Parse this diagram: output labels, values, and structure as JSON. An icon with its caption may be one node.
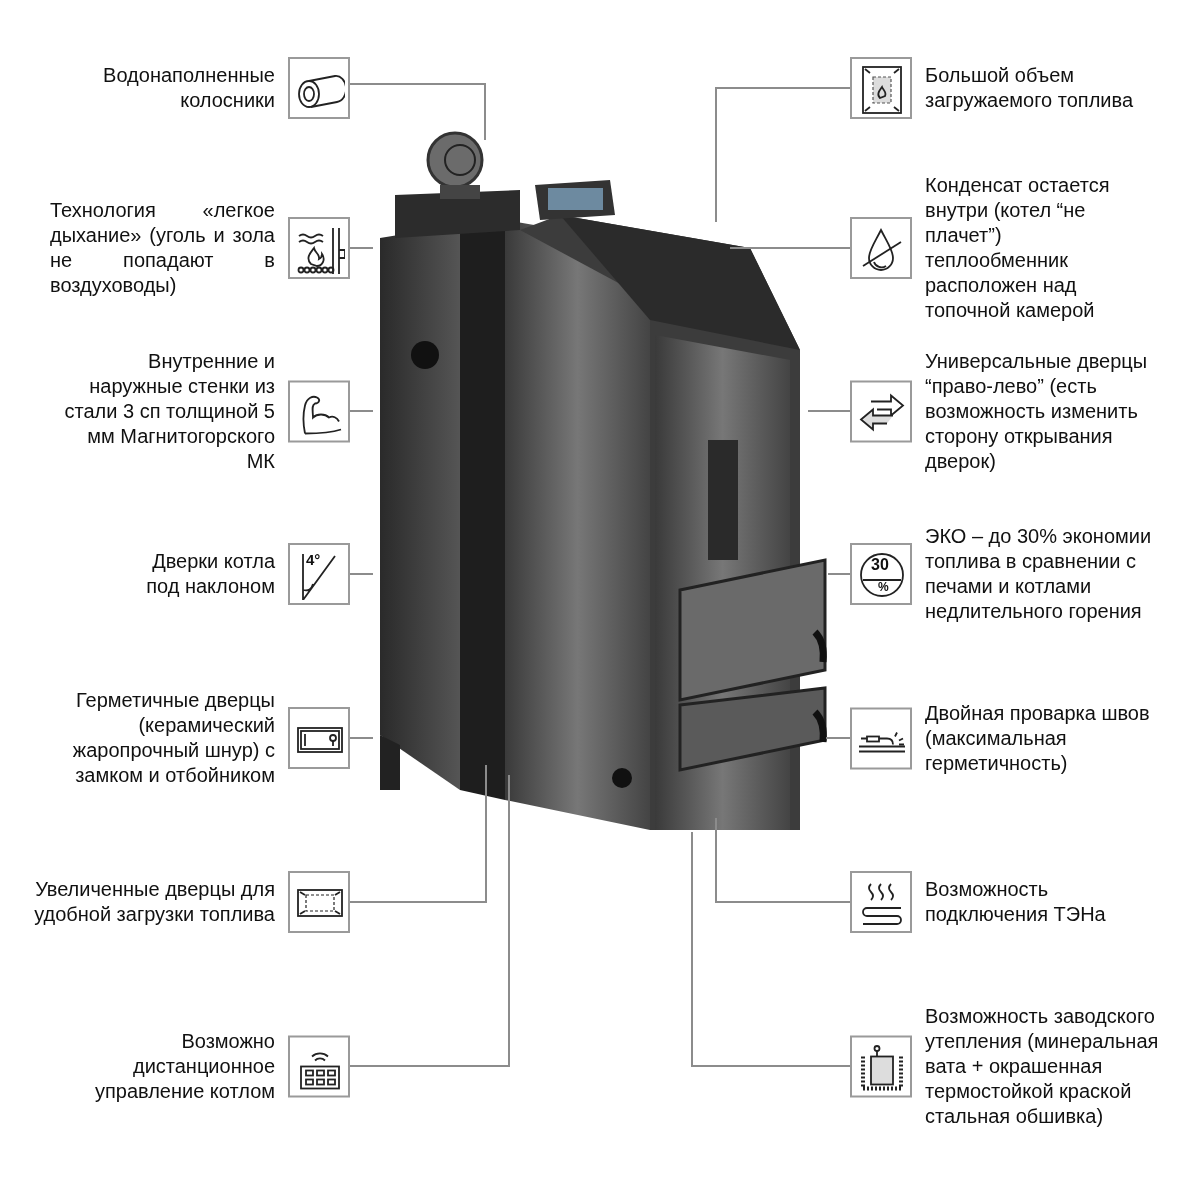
{
  "diagram": {
    "nodes": [
      {
        "text": [
          "Водонаполненные колосники"
        ]
      },
      {
        "text": [
          "Технология «легкое дыхание» (уголь и зола не попадают в воздуховоды)"
        ]
      },
      {
        "text": [
          "Внутренние и наружные стенки из стали 3 сп толщиной 5 мм Магнитогорского МК"
        ]
      },
      {
        "text": [
          "Дверки котла под наклоном"
        ]
      },
      {
        "text": [
          "Герметичные дверцы (керамический жаропрочный шнур) с замком и отбойником"
        ]
      },
      {
        "text": [
          "Увеличенные дверцы для удобной загрузки топлива"
        ]
      },
      {
        "text": [
          "Возможно дистанционное управление котлом"
        ]
      },
      {
        "text": [
          "Большой объем загружаемого топлива"
        ]
      },
      {
        "text": [
          "Конденсат остается внутри (котел “не плачет”) теплообменник расположен над топочной камерой"
        ]
      },
      {
        "text": [
          "Универсальные дверцы “право-лево” (есть возможность изменить сторону открывания дверок)"
        ]
      },
      {
        "text": [
          "ЭКО – до 30% экономии топлива в сравнении с печами и котлами недлительного горения"
        ]
      },
      {
        "text": [
          "Двойная проварка швов (максимальная герметичность)"
        ]
      },
      {
        "text": [
          "Возможность подключения ТЭНа"
        ]
      },
      {
        "text": [
          "Возможность заводского утепления (минеральная вата + окрашенная термостойкой краской стальная обшивка)"
        ]
      }
    ],
    "edges": [
      {
        "from": 0,
        "to": null,
        "arrow": "none"
      },
      {
        "from": 1,
        "to": null,
        "arrow": "none"
      },
      {
        "from": 2,
        "to": null,
        "arrow": "none"
      },
      {
        "from": 3,
        "to": null,
        "arrow": "none"
      },
      {
        "from": 4,
        "to": null,
        "arrow": "none"
      },
      {
        "from": 5,
        "to": null,
        "arrow": "none"
      },
      {
        "from": 6,
        "to": null,
        "arrow": "none"
      },
      {
        "from": 7,
        "to": null,
        "arrow": "none"
      },
      {
        "from": 8,
        "to": null,
        "arrow": "none"
      },
      {
        "from": 9,
        "to": null,
        "arrow": "none"
      },
      {
        "from": 10,
        "to": null,
        "arrow": "none"
      },
      {
        "from": 11,
        "to": null,
        "arrow": "none"
      },
      {
        "from": 12,
        "to": null,
        "arrow": "none"
      },
      {
        "from": 13,
        "to": null,
        "arrow": "none"
      }
    ],
    "labels": [
      "4°",
      "30",
      "%"
    ]
  }
}
